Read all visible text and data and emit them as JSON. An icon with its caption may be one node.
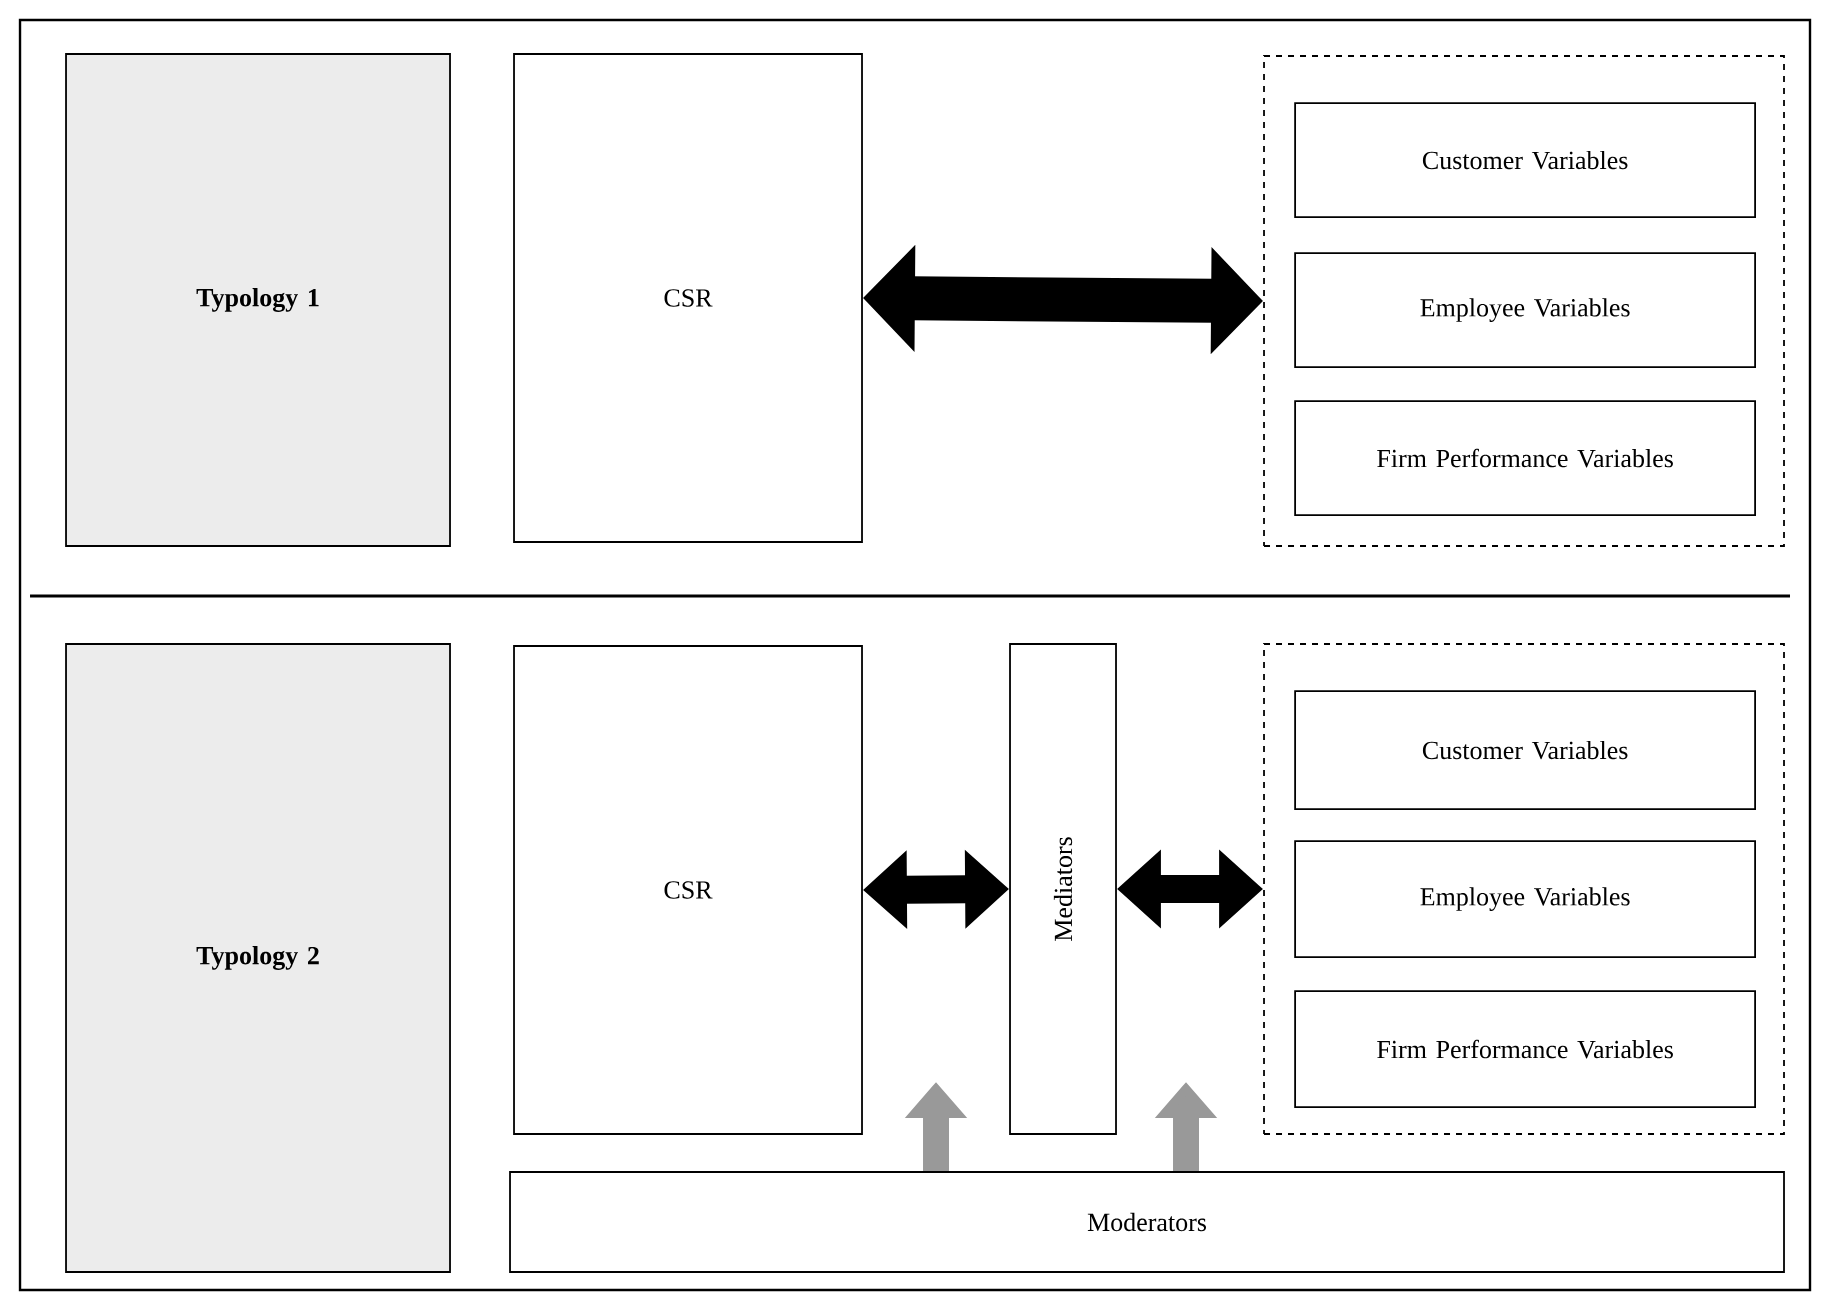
{
  "diagram": {
    "nodes": [
      {
        "text": [
          "Typology 1"
        ]
      },
      {
        "text": [
          "CSR"
        ]
      },
      {
        "text": [],
        "shape": "box"
      },
      {
        "text": [
          "Customer Variables"
        ],
        "in": 2
      },
      {
        "text": [
          "Employee Variables"
        ],
        "in": 2
      },
      {
        "text": [
          "Firm Performance Variables"
        ],
        "in": 2
      },
      {
        "text": [
          "Typology 2"
        ]
      },
      {
        "text": [
          "CSR"
        ]
      },
      {
        "text": [
          "Mediators"
        ]
      },
      {
        "text": [],
        "shape": "box"
      },
      {
        "text": [
          "Customer Variables"
        ],
        "in": 9
      },
      {
        "text": [
          "Employee Variables"
        ],
        "in": 9
      },
      {
        "text": [
          "Firm Performance Variables"
        ],
        "in": 9
      },
      {
        "text": [
          "Moderators"
        ]
      }
    ],
    "edges": [
      {
        "from": 1,
        "to": 2,
        "arrow": "both"
      },
      {
        "from": 7,
        "to": 8,
        "arrow": "both"
      },
      {
        "from": 8,
        "to": 9,
        "arrow": "both"
      },
      {
        "from": 13,
        "to": null,
        "arrow": "to",
        "color": "#999999"
      },
      {
        "from": 13,
        "to": null,
        "arrow": "to",
        "color": "#999999"
      }
    ]
  }
}
